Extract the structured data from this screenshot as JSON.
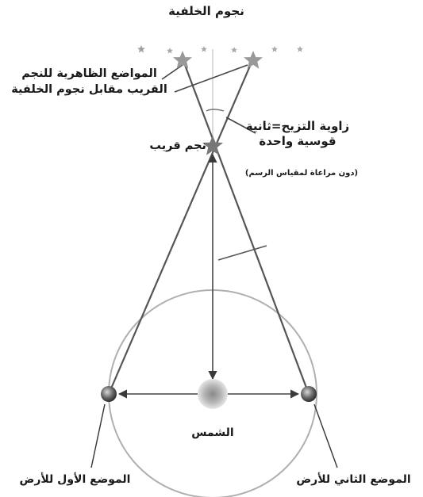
{
  "labels": {
    "background_stars": "نجوم الخلفية",
    "apparent_positions_line1": "المواضع الظاهرية للنجم",
    "apparent_positions_line2": "القريب مقابل نجوم الخلفية",
    "parallax_angle_line1": "زاوية التزيح=ثانية",
    "parallax_angle_line2": "قوسية واحدة",
    "not_to_scale": "(دون مراعاة لمقياس الرسم)",
    "nearby_star": "نجم قريب",
    "sun": "الشمس",
    "earth_position_1": "الموضع الأول للأرض",
    "earth_position_2": "الموضع الثاني للأرض"
  },
  "colors": {
    "line": "#555555",
    "orbit": "#b0b0b0",
    "star": "#777777",
    "apparent_star": "#999999",
    "background_star": "#a0a0a0",
    "text": "#1a1a1a"
  },
  "icons": {
    "nearby_star": "star-icon",
    "apparent_star": "star-icon",
    "background_star": "small-star-icon",
    "sun": "sun-icon",
    "earth": "earth-icon"
  }
}
